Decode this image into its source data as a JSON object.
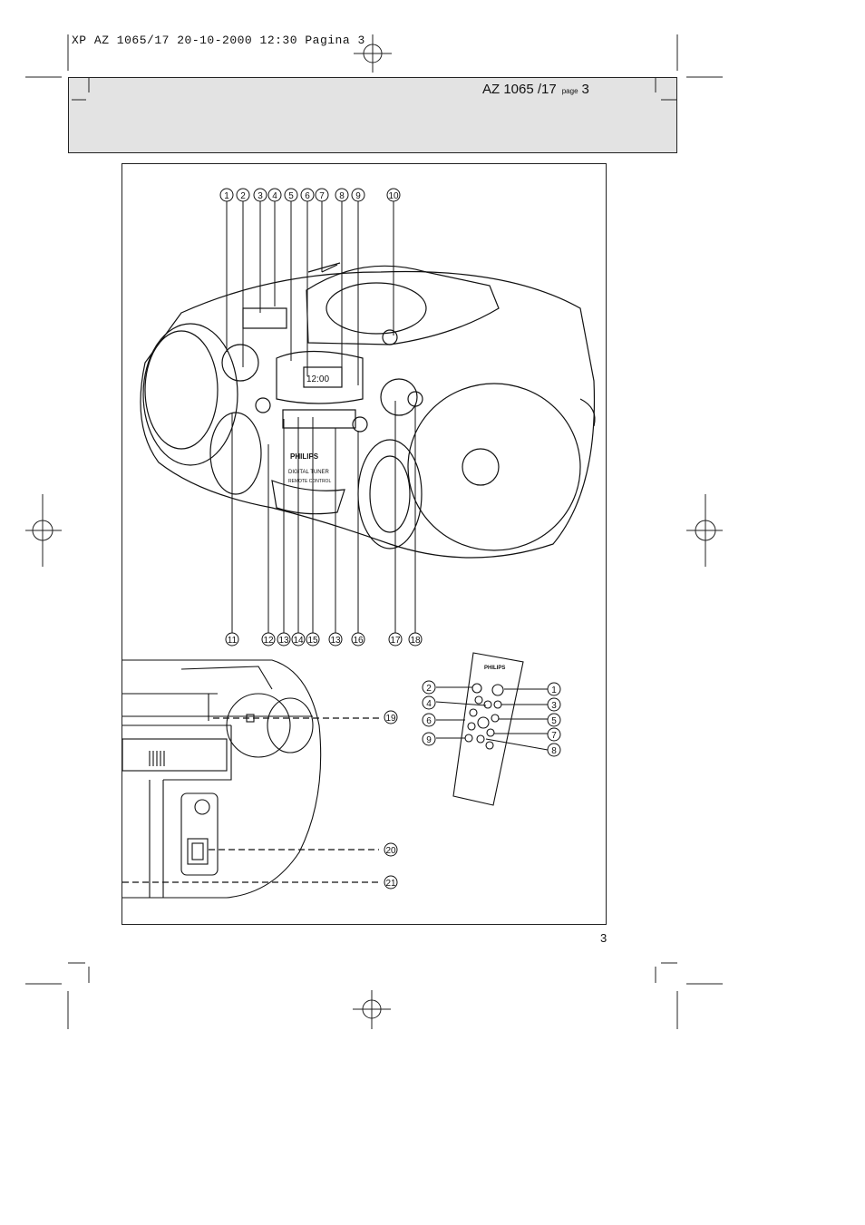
{
  "header": {
    "slug_line": "XP AZ 1065/17  20-10-2000 12:30  Pagina 3",
    "model": "AZ 1065 /17",
    "page_word": "page",
    "page_num": "3"
  },
  "figure": {
    "top_callouts": [
      "1",
      "2",
      "3",
      "4",
      "5",
      "6",
      "7",
      "8",
      "9",
      "10"
    ],
    "bottom_callouts": [
      "11",
      "12",
      "13",
      "14",
      "15",
      "13",
      "16",
      "17",
      "18"
    ],
    "rear_callouts": [
      "19",
      "20",
      "21"
    ],
    "remote_left_callouts": [
      "2",
      "4",
      "6",
      "9"
    ],
    "remote_right_callouts": [
      "1",
      "3",
      "5",
      "7",
      "8"
    ],
    "device_labels": {
      "brand": "PHILIPS",
      "tuner": "DIGITAL TUNER",
      "remote": "REMOTE CONTROL",
      "display": "12:00"
    }
  },
  "footer": {
    "page_number": "3"
  }
}
